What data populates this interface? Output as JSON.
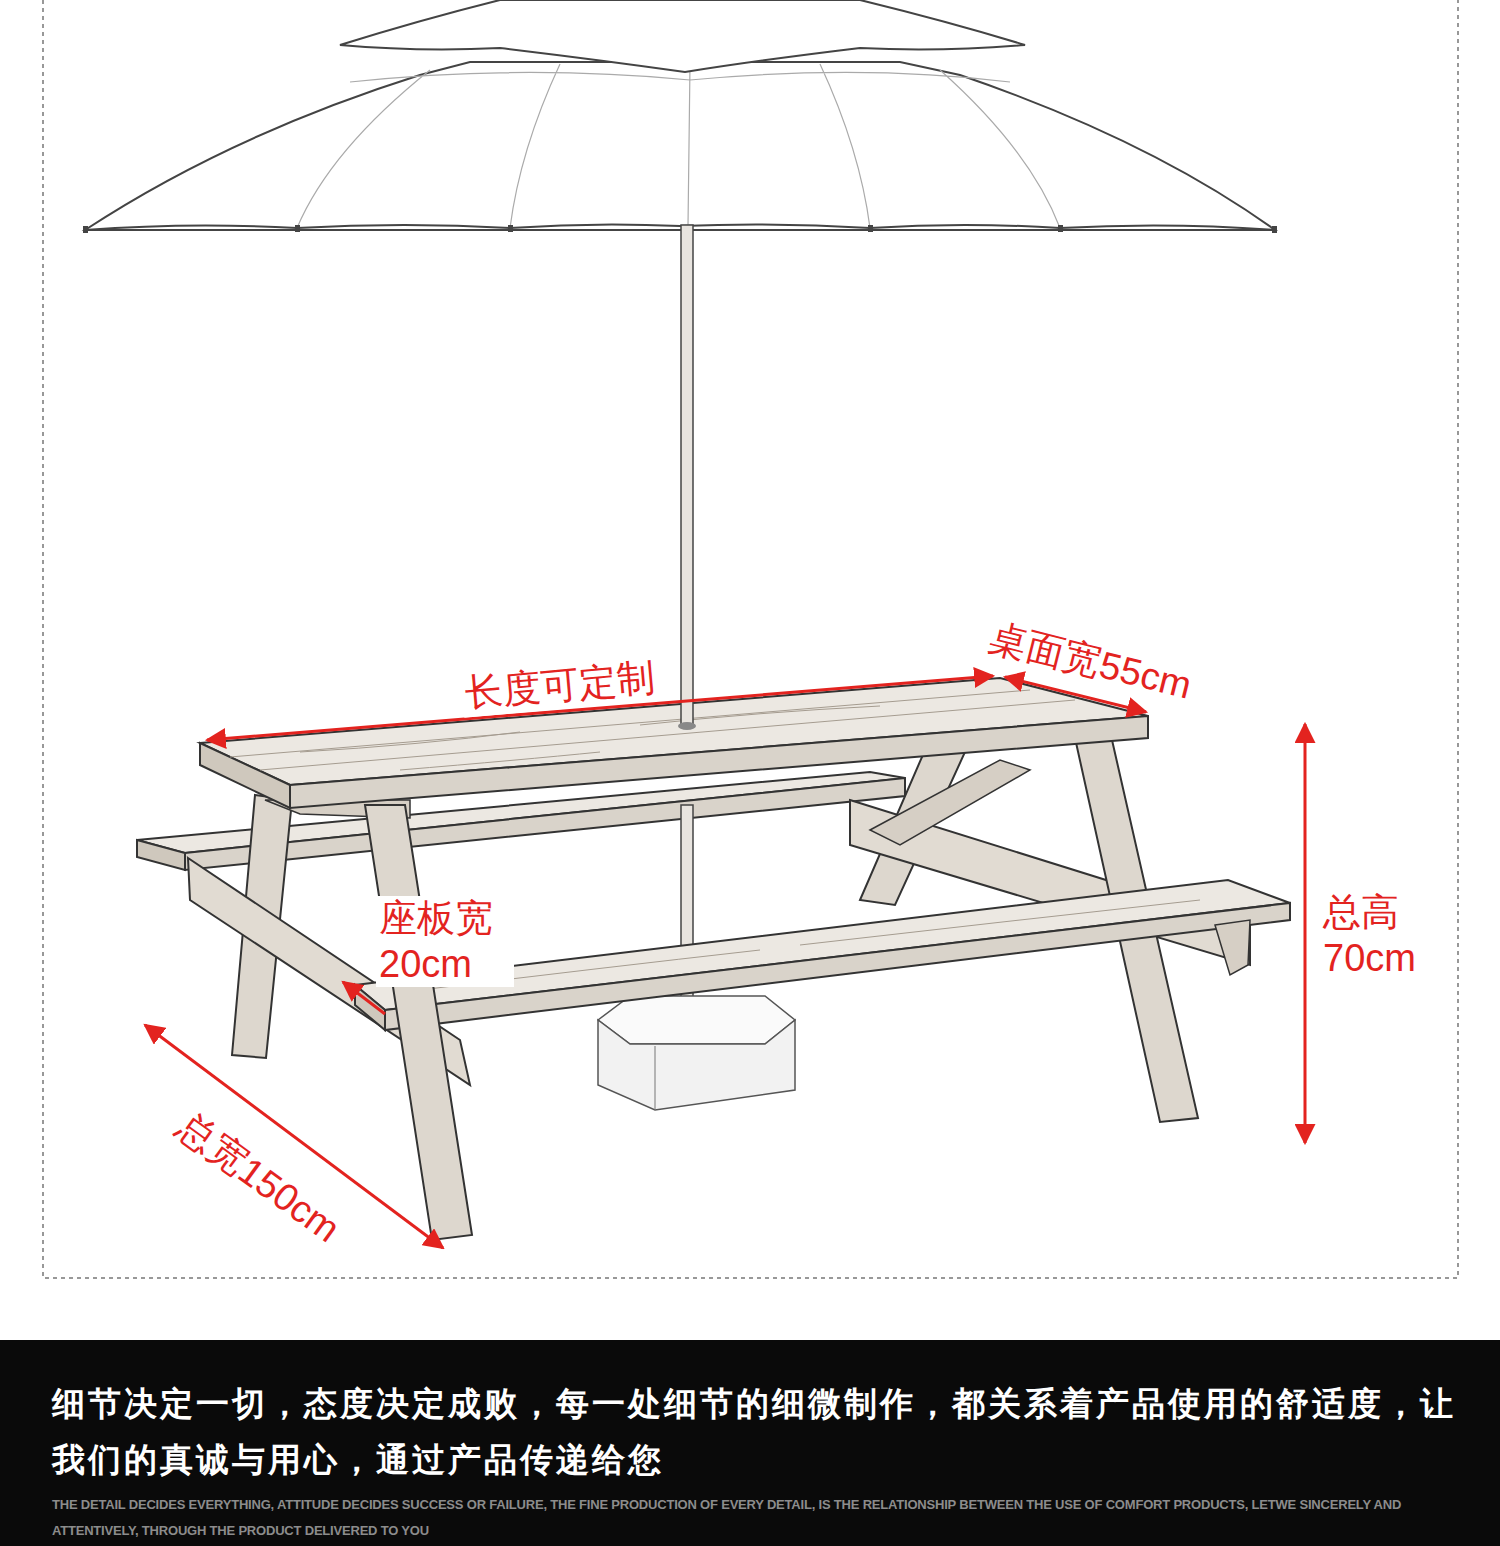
{
  "diagram": {
    "nodes": [
      {
        "text": [
          "细节决定一切，态度决定成败，每一处细节的细微制作，都关系着产品使用的舒适度，让 我们的真诚与用心，通过产品传递给您",
          "THE DETAIL DECIDES EVERYTHING, ATTITUDE DECIDES SUCCESS OR FAILURE, THE FINE PRODUCTION OF EVERY DETAIL, IS THE RELATIONSHIP BETWEEN THE USE OF COMFORT PRODUCTS, LETWE SINCERELY AND ATTENTIVELY, THROUGH THE PRODUCT DELIVERED TO YOU"
        ]
      }
    ],
    "labels": [
      "长度可定制",
      "桌面宽55cm",
      "总高 70cm",
      "座板宽 20cm",
      "总宽150cm"
    ]
  }
}
